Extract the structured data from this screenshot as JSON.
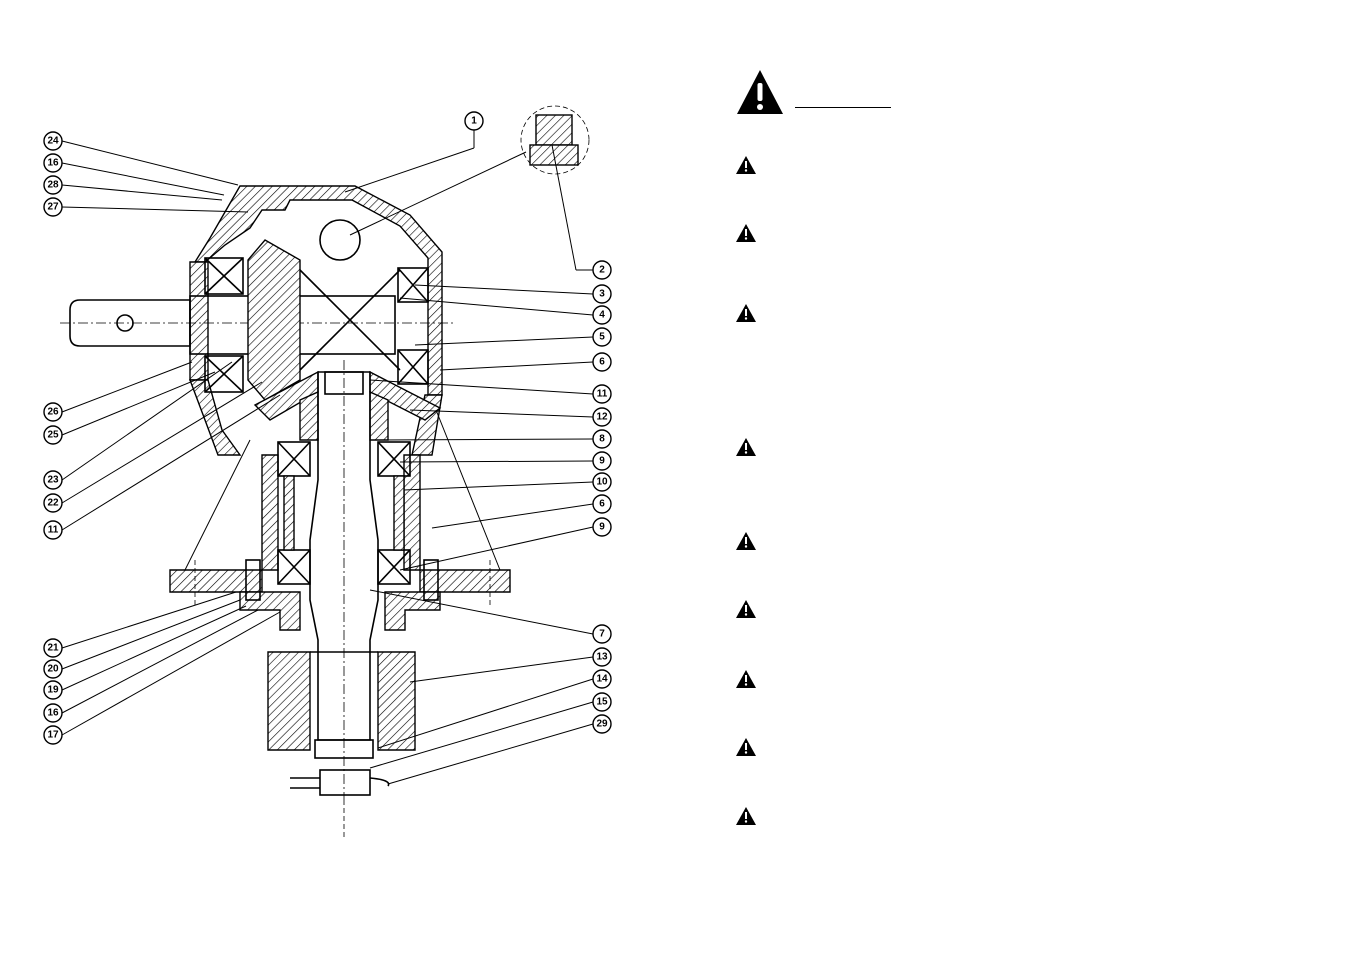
{
  "drawing": {
    "callouts": [
      {
        "id": "c-1",
        "label": "1"
      },
      {
        "id": "c-2",
        "label": "2"
      },
      {
        "id": "c-3",
        "label": "3"
      },
      {
        "id": "c-4",
        "label": "4"
      },
      {
        "id": "c-5",
        "label": "5"
      },
      {
        "id": "c-6a",
        "label": "6"
      },
      {
        "id": "c-11a",
        "label": "11"
      },
      {
        "id": "c-12",
        "label": "12"
      },
      {
        "id": "c-8",
        "label": "8"
      },
      {
        "id": "c-9a",
        "label": "9"
      },
      {
        "id": "c-10",
        "label": "10"
      },
      {
        "id": "c-6b",
        "label": "6"
      },
      {
        "id": "c-9b",
        "label": "9"
      },
      {
        "id": "c-7",
        "label": "7"
      },
      {
        "id": "c-13",
        "label": "13"
      },
      {
        "id": "c-14",
        "label": "14"
      },
      {
        "id": "c-15",
        "label": "15"
      },
      {
        "id": "c-29",
        "label": "29"
      },
      {
        "id": "c-24",
        "label": "24"
      },
      {
        "id": "c-16a",
        "label": "16"
      },
      {
        "id": "c-28",
        "label": "28"
      },
      {
        "id": "c-27",
        "label": "27"
      },
      {
        "id": "c-26",
        "label": "26"
      },
      {
        "id": "c-25",
        "label": "25"
      },
      {
        "id": "c-23",
        "label": "23"
      },
      {
        "id": "c-22",
        "label": "22"
      },
      {
        "id": "c-11b",
        "label": "11"
      },
      {
        "id": "c-21",
        "label": "21"
      },
      {
        "id": "c-20",
        "label": "20"
      },
      {
        "id": "c-19",
        "label": "19"
      },
      {
        "id": "c-16b",
        "label": "16"
      },
      {
        "id": "c-17",
        "label": "17"
      }
    ]
  },
  "warnings": {
    "header_icon": "warning-triangle-icon",
    "item_icon": "warning-triangle-icon",
    "item_count": 9
  }
}
